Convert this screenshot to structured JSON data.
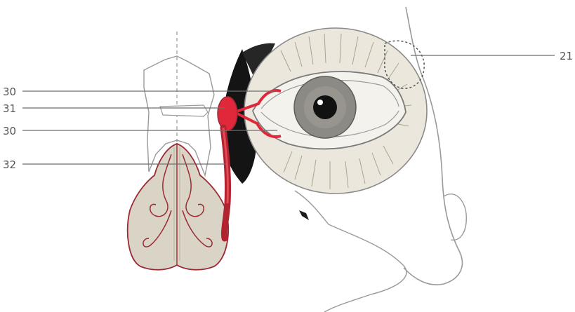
{
  "labels": {
    "l21": "21",
    "l30a": "30",
    "l31": "31",
    "l30b": "30",
    "l32": "32"
  },
  "colors": {
    "background": "#ffffff",
    "outline": "#8a8a8a",
    "lacrimal_red": "#e0283a",
    "duct_dark_red": "#b3232f",
    "skin_fill": "#ebe7dc",
    "iris": "#8c8a84",
    "cavity_shadow": "#141414"
  }
}
